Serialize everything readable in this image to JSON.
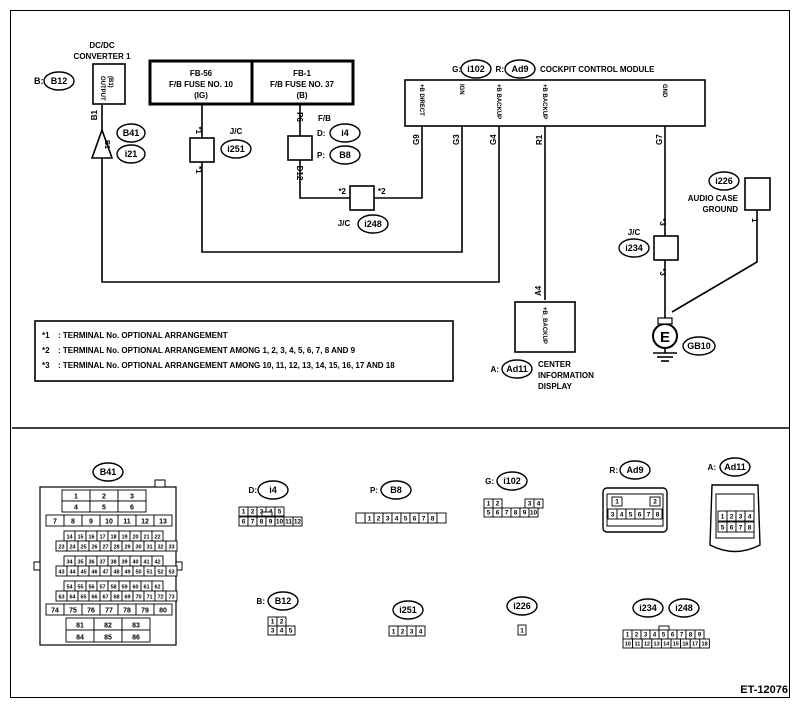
{
  "diagram_code": "ET-12076",
  "dcdc": {
    "title1": "DC/DC",
    "title2": "CONVERTER 1",
    "connector": "B12",
    "conn_prefix": "B:",
    "terminal_label": "OUTPUT",
    "terminal_sub": "(B1)",
    "pin": "B1",
    "pin_rot": "B1"
  },
  "fuse_box": {
    "left": {
      "title": "FB-56",
      "line2": "F/B FUSE NO. 10",
      "line3": "(IG)"
    },
    "right": {
      "title": "FB-1",
      "line2": "F/B FUSE NO. 37",
      "line3": "(B)"
    }
  },
  "jc1": {
    "label": "J/C",
    "connector": "i251",
    "star_top": "*1",
    "star_bot": "*1"
  },
  "fb_conn": {
    "label": "F/B",
    "d_prefix": "D:",
    "d_conn": "i4",
    "p_prefix": "P:",
    "p_conn": "B8",
    "pin_top": "P6",
    "pin_bot": "D12"
  },
  "jc2": {
    "label": "J/C",
    "connector": "i248",
    "star_left": "*2",
    "star_right": "*2"
  },
  "b41_conn": {
    "c1": "B41",
    "c2": "i21"
  },
  "ccm": {
    "title": "COCKPIT CONTROL MODULE",
    "g_prefix": "G:",
    "g_conn": "i102",
    "r_prefix": "R:",
    "r_conn": "Ad9",
    "terms": [
      {
        "name": "+B DIRECT",
        "pin": "G9"
      },
      {
        "name": "IGN",
        "pin": "G3"
      },
      {
        "name": "+B BACKUP",
        "pin": "G4"
      },
      {
        "name": "+B BACKUP",
        "pin": "R1"
      },
      {
        "name": "GND",
        "pin": "G7"
      }
    ]
  },
  "audio_ground": {
    "title1": "AUDIO CASE",
    "title2": "GROUND",
    "connector": "i226",
    "pin": "1"
  },
  "jc3": {
    "label": "J/C",
    "connector": "i234",
    "star_top": "*3",
    "star_bot": "*3"
  },
  "ground": {
    "symbol": "E",
    "connector": "GB10"
  },
  "cid": {
    "term": "+B_BACKUP",
    "pin": "A4",
    "prefix": "A:",
    "connector": "Ad11",
    "title1": "CENTER",
    "title2": "INFORMATION",
    "title3": "DISPLAY"
  },
  "notes": [
    {
      "star": "*1",
      "text": ": TERMINAL No. OPTIONAL ARRANGEMENT"
    },
    {
      "star": "*2",
      "text": ": TERMINAL No. OPTIONAL ARRANGEMENT AMONG 1, 2, 3, 4, 5, 6, 7, 8 AND 9"
    },
    {
      "star": "*3",
      "text": ": TERMINAL No. OPTIONAL ARRANGEMENT AMONG 10, 11, 12, 13, 14, 15, 16, 17 AND 18"
    }
  ],
  "connectors": {
    "B41": {
      "name": "B41",
      "rows": [
        [
          "1",
          "2",
          "3"
        ],
        [
          "4",
          "5",
          "6"
        ],
        [
          "7",
          "8",
          "9",
          "10",
          "11",
          "12",
          "13"
        ],
        [
          "14",
          "15",
          "16",
          "17",
          "18",
          "19",
          "20",
          "21",
          "22"
        ],
        [
          "23",
          "24",
          "25",
          "26",
          "27",
          "28",
          "29",
          "30",
          "31",
          "32",
          "33"
        ],
        [
          "34",
          "35",
          "36",
          "37",
          "38",
          "39",
          "40",
          "41",
          "42"
        ],
        [
          "43",
          "44",
          "45",
          "46",
          "47",
          "48",
          "49",
          "50",
          "51",
          "52",
          "53"
        ],
        [
          "54",
          "55",
          "56",
          "57",
          "58",
          "59",
          "60",
          "61",
          "62"
        ],
        [
          "63",
          "64",
          "65",
          "66",
          "67",
          "68",
          "69",
          "70",
          "71",
          "72",
          "73"
        ],
        [
          "74",
          "75",
          "76",
          "77",
          "78",
          "79",
          "80"
        ],
        [
          "81",
          "82",
          "83"
        ],
        [
          "84",
          "85",
          "86"
        ]
      ]
    },
    "i4": {
      "prefix": "D:",
      "name": "i4",
      "rows": [
        [
          "1",
          "2",
          "3",
          "4",
          "5"
        ],
        [
          "6",
          "7",
          "8",
          "9",
          "10",
          "11",
          "12"
        ]
      ]
    },
    "B8": {
      "prefix": "P:",
      "name": "B8",
      "rows": [
        [
          "1",
          "2",
          "3",
          "4",
          "5",
          "6",
          "7",
          "8"
        ]
      ]
    },
    "i102": {
      "prefix": "G:",
      "name": "i102",
      "rows": [
        [
          "1",
          "2",
          "3",
          "4"
        ],
        [
          "5",
          "6",
          "7",
          "8",
          "9",
          "10"
        ]
      ]
    },
    "Ad9": {
      "prefix": "R:",
      "name": "Ad9",
      "rows": [
        [
          "1",
          "2"
        ],
        [
          "3",
          "4",
          "5",
          "6",
          "7",
          "8"
        ]
      ]
    },
    "Ad11": {
      "prefix": "A:",
      "name": "Ad11",
      "rows": [
        [
          "1",
          "2",
          "3",
          "4"
        ],
        [
          "5",
          "6",
          "7",
          "8"
        ]
      ]
    },
    "B12": {
      "prefix": "B:",
      "name": "B12",
      "rows": [
        [
          "1",
          "2"
        ],
        [
          "3",
          "4",
          "5"
        ]
      ]
    },
    "i251": {
      "name": "i251",
      "rows": [
        [
          "1",
          "2",
          "3",
          "4"
        ]
      ]
    },
    "i226": {
      "name": "i226",
      "rows": [
        [
          "1"
        ]
      ]
    },
    "i234": {
      "name": "i234",
      "name2": "i248",
      "rows": [
        [
          "1",
          "2",
          "3",
          "4",
          "5",
          "6",
          "7",
          "8",
          "9"
        ],
        [
          "10",
          "11",
          "12",
          "13",
          "14",
          "15",
          "16",
          "17",
          "18"
        ]
      ]
    }
  }
}
